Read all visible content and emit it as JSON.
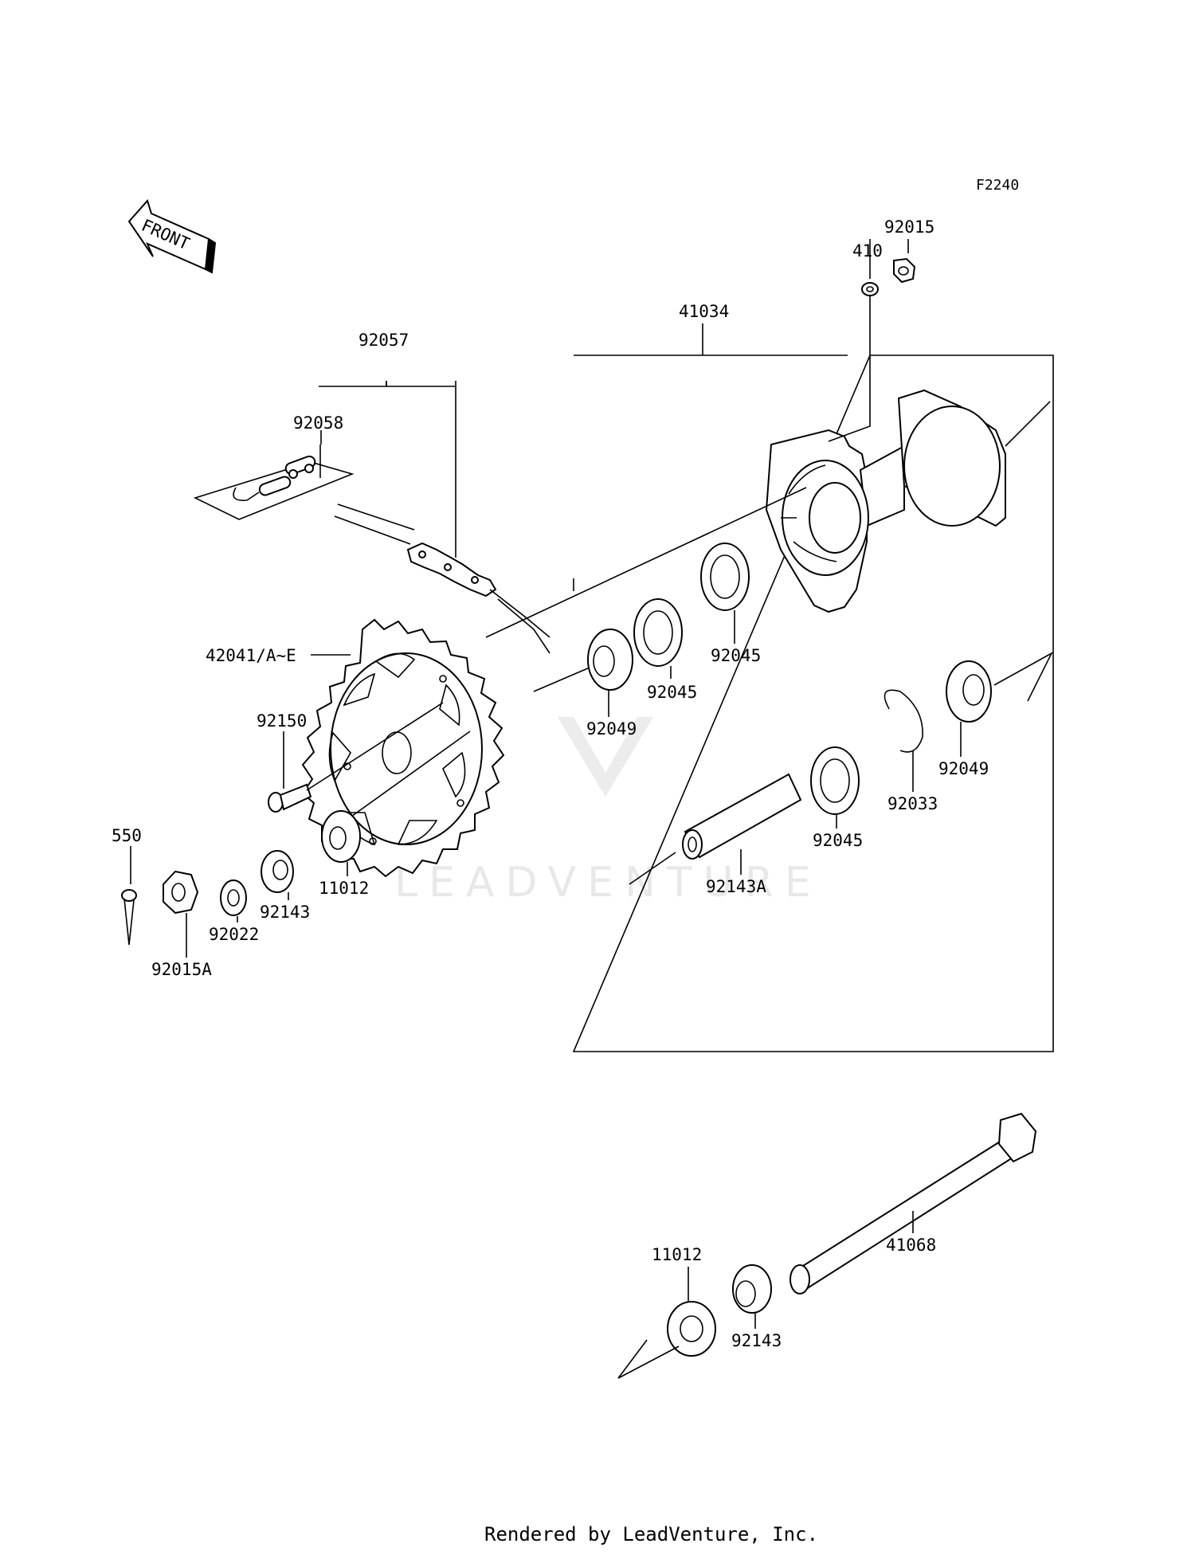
{
  "figure_code": "F2240",
  "front_label": "FRONT",
  "watermark": "LEADVENTURE",
  "footer": "Rendered by LeadVenture, Inc.",
  "parts": {
    "p92015": "92015",
    "p410": "410",
    "p41034": "41034",
    "p92057": "92057",
    "p92058": "92058",
    "p42041": "42041/A~E",
    "p92150": "92150",
    "p92049_a": "92049",
    "p92045_a": "92045",
    "p92045_b": "92045",
    "p92049_b": "92049",
    "p92033": "92033",
    "p92045_c": "92045",
    "p550": "550",
    "p11012_a": "11012",
    "p92143_a": "92143",
    "p92022": "92022",
    "p92015A": "92015A",
    "p92143A": "92143A",
    "p11012_b": "11012",
    "p41068": "41068",
    "p92143_b": "92143"
  }
}
